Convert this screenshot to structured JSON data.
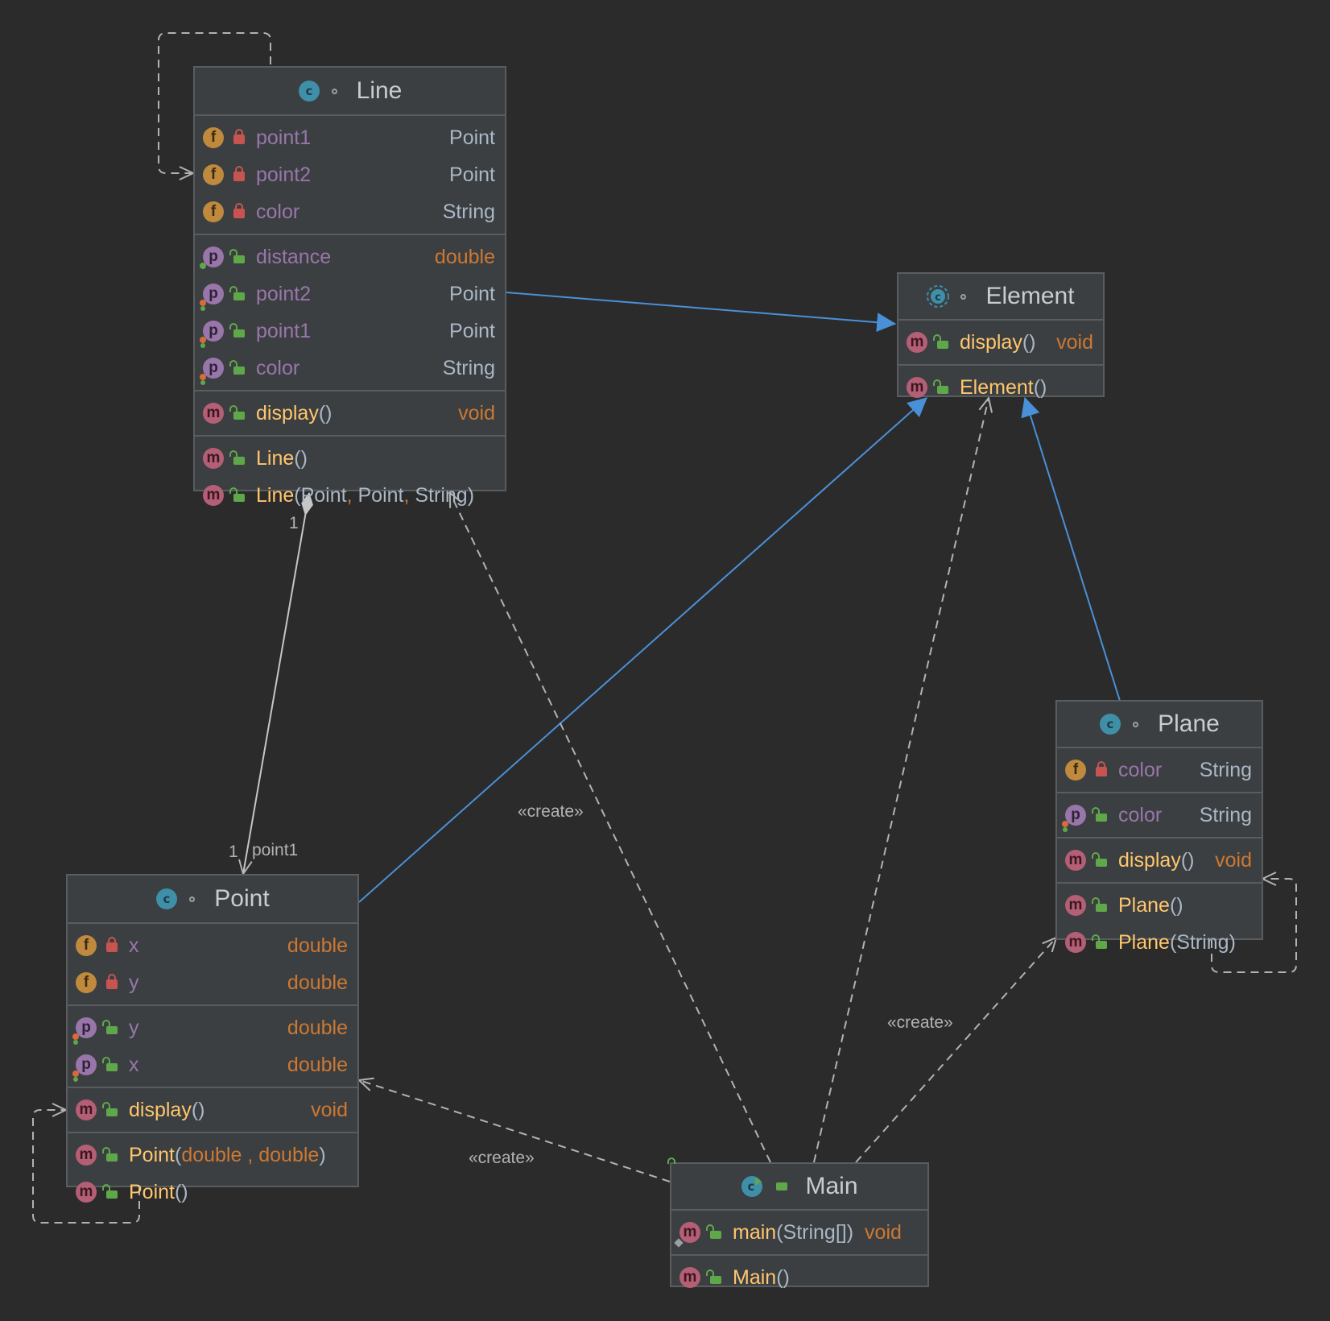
{
  "colors": {
    "background": "#2b2b2b",
    "box": "#3c3f41",
    "border": "#5a5d5f",
    "inheritance": "#4a90d9",
    "dependency": "#b0b3b6",
    "field": "#9876aa",
    "method": "#ffc66d",
    "primitive": "#cc7832",
    "type": "#a9b7c6"
  },
  "classes": {
    "line": {
      "name": "Line",
      "icon": "class-icon",
      "fields": [
        {
          "kind": "f",
          "visibility": "private",
          "name": "point1",
          "type": "Point"
        },
        {
          "kind": "f",
          "visibility": "private",
          "name": "point2",
          "type": "Point"
        },
        {
          "kind": "f",
          "visibility": "private",
          "name": "color",
          "type": "String"
        }
      ],
      "properties": [
        {
          "kind": "p",
          "visibility": "public",
          "name": "distance",
          "type": "double"
        },
        {
          "kind": "p",
          "visibility": "public",
          "name": "point2",
          "type": "Point"
        },
        {
          "kind": "p",
          "visibility": "public",
          "name": "point1",
          "type": "Point"
        },
        {
          "kind": "p",
          "visibility": "public",
          "name": "color",
          "type": "String"
        }
      ],
      "methods": [
        {
          "kind": "m",
          "visibility": "public",
          "name": "display",
          "params": "()",
          "type": "void"
        }
      ],
      "constructors": [
        {
          "kind": "m",
          "visibility": "public",
          "name": "Line",
          "params": "()"
        },
        {
          "kind": "m",
          "visibility": "public",
          "name": "Line",
          "params_open": "(",
          "args": [
            "Point",
            "Point",
            "String"
          ],
          "params_close": ")"
        }
      ]
    },
    "element": {
      "name": "Element",
      "icon": "abstract-class-icon",
      "methods": [
        {
          "kind": "m",
          "visibility": "public",
          "name": "display",
          "params": "()",
          "type": "void"
        }
      ],
      "constructors": [
        {
          "kind": "m",
          "visibility": "public",
          "name": "Element",
          "params": "()"
        }
      ]
    },
    "plane": {
      "name": "Plane",
      "icon": "class-icon",
      "fields": [
        {
          "kind": "f",
          "visibility": "private",
          "name": "color",
          "type": "String"
        }
      ],
      "properties": [
        {
          "kind": "p",
          "visibility": "public",
          "name": "color",
          "type": "String"
        }
      ],
      "methods": [
        {
          "kind": "m",
          "visibility": "public",
          "name": "display",
          "params": "()",
          "type": "void"
        }
      ],
      "constructors": [
        {
          "kind": "m",
          "visibility": "public",
          "name": "Plane",
          "params": "()"
        },
        {
          "kind": "m",
          "visibility": "public",
          "name": "Plane",
          "params_open": "(",
          "args": [
            "String"
          ],
          "params_close": ")"
        }
      ]
    },
    "point": {
      "name": "Point",
      "icon": "class-icon",
      "fields": [
        {
          "kind": "f",
          "visibility": "private",
          "name": "x",
          "type": "double"
        },
        {
          "kind": "f",
          "visibility": "private",
          "name": "y",
          "type": "double"
        }
      ],
      "properties": [
        {
          "kind": "p",
          "visibility": "public",
          "name": "y",
          "type": "double"
        },
        {
          "kind": "p",
          "visibility": "public",
          "name": "x",
          "type": "double"
        }
      ],
      "methods": [
        {
          "kind": "m",
          "visibility": "public",
          "name": "display",
          "params": "()",
          "type": "void"
        }
      ],
      "constructors": [
        {
          "kind": "m",
          "visibility": "public",
          "name": "Point",
          "params_open": "(",
          "args": [
            "double",
            "double"
          ],
          "params_close": ")"
        },
        {
          "kind": "m",
          "visibility": "public",
          "name": "Point",
          "params": "()"
        }
      ]
    },
    "main": {
      "name": "Main",
      "icon": "runnable-class-icon",
      "methods": [
        {
          "kind": "m",
          "visibility": "public",
          "name": "main",
          "params": "(String[])",
          "type": "void",
          "static": true
        }
      ],
      "constructors": [
        {
          "kind": "m",
          "visibility": "public",
          "name": "Main",
          "params": "()"
        }
      ]
    }
  },
  "labels": {
    "create_line": "«create»",
    "create_plane": "«create»",
    "create_point": "«create»",
    "multiplicity_source": "1",
    "multiplicity_target": "1",
    "role": "point1"
  }
}
